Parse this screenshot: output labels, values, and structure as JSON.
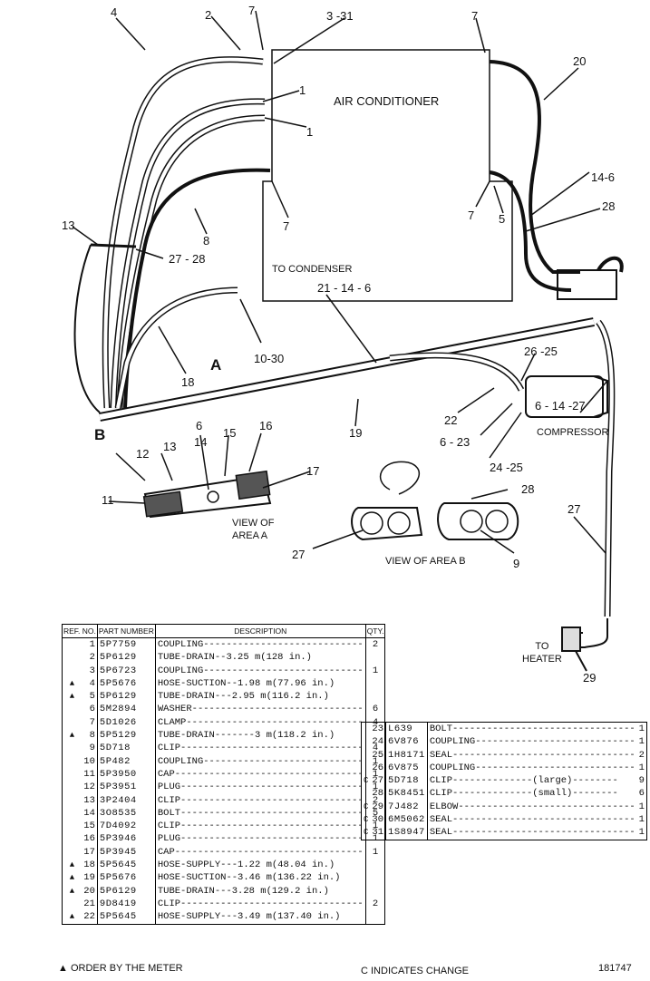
{
  "diagram": {
    "callouts": [
      "7",
      "2",
      "3 -31",
      "4",
      "7",
      "20",
      "1",
      "1",
      "13",
      "27 - 28",
      "8",
      "7",
      "14-6",
      "28",
      "5",
      "7",
      "TO CONDENSER",
      "21 - 14 - 6",
      "10-30",
      "18",
      "A",
      "26 -25",
      "19",
      "22",
      "6 - 14 -27",
      "6 - 23",
      "B",
      "6",
      "14",
      "15",
      "16",
      "12",
      "13",
      "17",
      "11",
      "24 -25",
      "28",
      "27",
      "9",
      "29"
    ],
    "text": {
      "air_conditioner": "AIR CONDITIONER",
      "compressor": "COMPRESSOR",
      "view_area_a_1": "VIEW OF",
      "view_area_a_2": "AREA  A",
      "view_area_b": "VIEW OF AREA  B",
      "to_heater_1": "TO",
      "to_heater_2": "HEATER"
    }
  },
  "table1": {
    "headers": [
      "REF. NO.",
      "PART NUMBER",
      "DESCRIPTION",
      "QTY."
    ],
    "rows": [
      {
        "mark": "",
        "ref": "1",
        "part": "5P7759",
        "desc": "COUPLING----------------------------",
        "qty": "2"
      },
      {
        "mark": "",
        "ref": "2",
        "part": "5P6129",
        "desc": "TUBE-DRAIN--3.25 m(128 in.)",
        "qty": ""
      },
      {
        "mark": "",
        "ref": "3",
        "part": "5P6723",
        "desc": "COUPLING----------------------------",
        "qty": "1"
      },
      {
        "mark": "▲",
        "ref": "4",
        "part": "5P5676",
        "desc": "HOSE-SUCTION--1.98 m(77.96 in.)",
        "qty": ""
      },
      {
        "mark": "▲",
        "ref": "5",
        "part": "5P6129",
        "desc": "TUBE-DRAIN---2.95 m(116.2 in.)",
        "qty": ""
      },
      {
        "mark": "",
        "ref": "6",
        "part": "5M2894",
        "desc": "WASHER------------------------------",
        "qty": "6"
      },
      {
        "mark": "",
        "ref": "7",
        "part": "5D1026",
        "desc": "CLAMP-------------------------------",
        "qty": "4"
      },
      {
        "mark": "▲",
        "ref": "8",
        "part": "5P5129",
        "desc": "TUBE-DRAIN-------3 m(118.2 in.)",
        "qty": ""
      },
      {
        "mark": "",
        "ref": "9",
        "part": "5D718",
        "desc": "CLIP--------------------------------",
        "qty": "4"
      },
      {
        "mark": "",
        "ref": "10",
        "part": "5P482",
        "desc": "COUPLING----------------------------",
        "qty": "1"
      },
      {
        "mark": "",
        "ref": "11",
        "part": "5P3950",
        "desc": "CAP---------------------------------",
        "qty": "1"
      },
      {
        "mark": "",
        "ref": "12",
        "part": "5P3951",
        "desc": "PLUG--------------------------------",
        "qty": "1"
      },
      {
        "mark": "",
        "ref": "13",
        "part": "3P2404",
        "desc": "CLIP--------------------------------",
        "qty": "2"
      },
      {
        "mark": "",
        "ref": "14",
        "part": "3O8535",
        "desc": "BOLT--------------------------------",
        "qty": "5"
      },
      {
        "mark": "",
        "ref": "15",
        "part": "7D4092",
        "desc": "CLIP--------------------------------",
        "qty": "1"
      },
      {
        "mark": "",
        "ref": "16",
        "part": "5P3946",
        "desc": "PLUG--------------------------------",
        "qty": "1"
      },
      {
        "mark": "",
        "ref": "17",
        "part": "5P3945",
        "desc": "CAP---------------------------------",
        "qty": "1"
      },
      {
        "mark": "▲",
        "ref": "18",
        "part": "5P5645",
        "desc": "HOSE-SUPPLY---1.22 m(48.04 in.)",
        "qty": ""
      },
      {
        "mark": "▲",
        "ref": "19",
        "part": "5P5676",
        "desc": "HOSE-SUCTION--3.46 m(136.22 in.)",
        "qty": ""
      },
      {
        "mark": "▲",
        "ref": "20",
        "part": "5P6129",
        "desc": "TUBE-DRAIN---3.28 m(129.2 in.)",
        "qty": ""
      },
      {
        "mark": "",
        "ref": "21",
        "part": "9D8419",
        "desc": "CLIP--------------------------------",
        "qty": "2"
      },
      {
        "mark": "▲",
        "ref": "22",
        "part": "5P5645",
        "desc": "HOSE-SUPPLY---3.49 m(137.40 in.)",
        "qty": ""
      }
    ]
  },
  "table2": {
    "rows": [
      {
        "mark": "",
        "ref": "23",
        "part": "L639",
        "desc": "BOLT--------------------------------",
        "qty": "1"
      },
      {
        "mark": "",
        "ref": "24",
        "part": "6V876",
        "desc": "COUPLING----------------------------",
        "qty": "1"
      },
      {
        "mark": "",
        "ref": "25",
        "part": "1H8171",
        "desc": "SEAL--------------------------------",
        "qty": "2"
      },
      {
        "mark": "",
        "ref": "26",
        "part": "6V875",
        "desc": "COUPLING----------------------------",
        "qty": "1"
      },
      {
        "mark": "C",
        "ref": "27",
        "part": "5D718",
        "desc": "CLIP--------------(large)--------",
        "qty": "9"
      },
      {
        "mark": "",
        "ref": "28",
        "part": "5K8451",
        "desc": "CLIP--------------(small)--------",
        "qty": "6"
      },
      {
        "mark": "C",
        "ref": "29",
        "part": "7J482",
        "desc": "ELBOW-------------------------------",
        "qty": "1"
      },
      {
        "mark": "C",
        "ref": "30",
        "part": "6M5062",
        "desc": "SEAL--------------------------------",
        "qty": "1"
      },
      {
        "mark": "C",
        "ref": "31",
        "part": "1S8947",
        "desc": "SEAL--------------------------------",
        "qty": "1"
      }
    ]
  },
  "footer": {
    "order_note": "▲ ORDER BY THE METER",
    "change_note": "C INDICATES CHANGE",
    "drawing_no": "181747"
  }
}
